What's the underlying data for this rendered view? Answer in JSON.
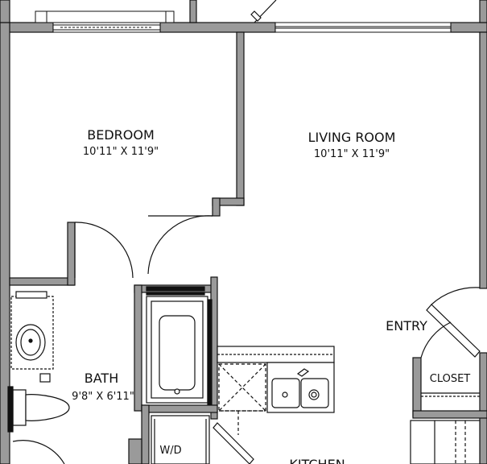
{
  "rooms": {
    "bedroom": {
      "name": "BEDROOM",
      "dimensions": "10'11\" X 11'9\""
    },
    "living_room": {
      "name": "LIVING ROOM",
      "dimensions": "10'11\" X 11'9\""
    },
    "bath": {
      "name": "BATH",
      "dimensions": "9'8\" X 6'11\""
    },
    "entry": {
      "name": "ENTRY"
    },
    "closet": {
      "name": "CLOSET"
    },
    "wd": {
      "name": "W/D"
    },
    "kitchen": {
      "name": "KITCHEN"
    }
  },
  "colors": {
    "wall_fill": "#9a9a9a",
    "wall_stroke": "#111111",
    "line": "#111111",
    "background": "#ffffff"
  }
}
